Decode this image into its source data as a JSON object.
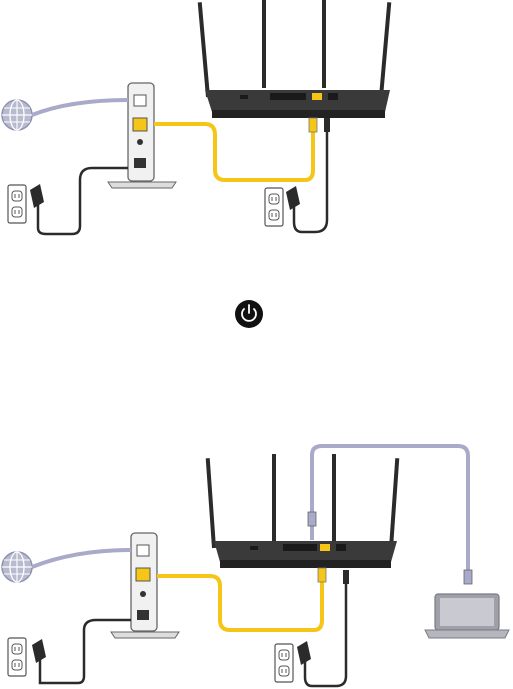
{
  "diagrams": [
    {
      "id": "step-connect-modem-router",
      "devices": [
        "internet-globe-icon",
        "modem-icon",
        "router-icon",
        "wall-outlet-icon",
        "wall-outlet-icon"
      ]
    },
    {
      "id": "step-power-on",
      "devices": [
        "power-button-icon"
      ]
    },
    {
      "id": "step-connect-computer",
      "devices": [
        "internet-globe-icon",
        "modem-icon",
        "router-icon",
        "laptop-icon",
        "wall-outlet-icon",
        "wall-outlet-icon"
      ]
    }
  ],
  "colors": {
    "ethernet_yellow": "#F5C518",
    "internet_cable_lavender": "#A9A9C9",
    "power_cord": "#2b2b2b",
    "router_body": "#3a3a3a",
    "globe": "#B8BBD0"
  }
}
